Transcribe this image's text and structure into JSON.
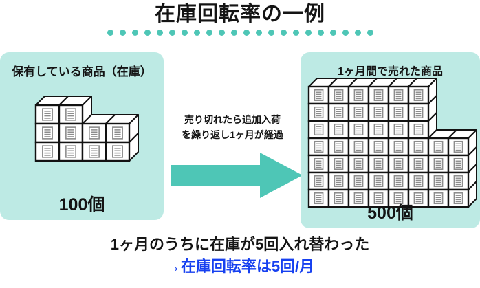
{
  "title": "在庫回転率の一例",
  "decor": {
    "dot_count": 22,
    "dot_color": "#4ec6b6"
  },
  "colors": {
    "panel_bg": "#bdeae4",
    "accent_teal": "#4ec6b6",
    "text_dark": "#141414",
    "highlight_blue": "#1640f0",
    "box_fill": "#ffffff",
    "box_stroke": "#121212",
    "label_gray": "#8c8c8c"
  },
  "left_panel": {
    "title": "保有している商品（在庫）",
    "count_label": "100個",
    "stack": {
      "rows_top": [
        2
      ],
      "rows_bottom": [
        4,
        4
      ],
      "box_total_visible": 10
    }
  },
  "middle": {
    "caption_line1": "売り切れたら追加入荷",
    "caption_line2": "を繰り返し1ヶ月が経過",
    "arrow_icon": "right-arrow-icon"
  },
  "right_panel": {
    "title": "1ヶ月間で売れた商品",
    "count_label": "500個",
    "stack": {
      "rows_top": [
        6,
        6,
        6
      ],
      "rows_bottom": [
        8,
        8,
        8,
        8
      ],
      "box_total_visible": 50
    }
  },
  "conclusion": {
    "line1": "1ヶ月のうちに在庫が5回入れ替わった",
    "line2": "→在庫回転率は5回/月"
  }
}
